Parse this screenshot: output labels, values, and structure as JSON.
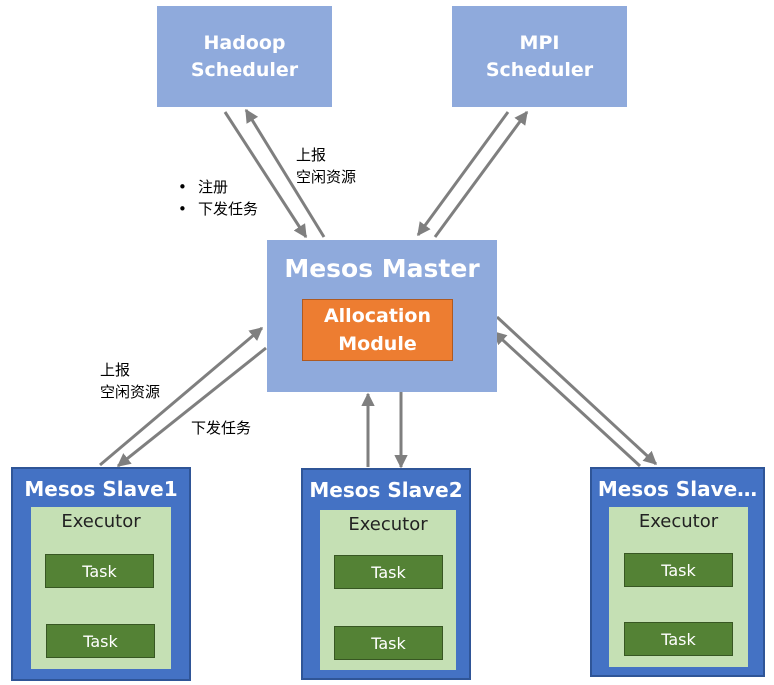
{
  "schedulers": {
    "hadoop": "Hadoop\nScheduler",
    "mpi": "MPI\nScheduler"
  },
  "master": {
    "title": "Mesos Master",
    "allocation": "Allocation\nModule"
  },
  "slaves": [
    {
      "title": "Mesos Slave1",
      "executor": "Executor",
      "tasks": [
        "Task",
        "Task"
      ]
    },
    {
      "title": "Mesos Slave2",
      "executor": "Executor",
      "tasks": [
        "Task",
        "Task"
      ]
    },
    {
      "title": "Mesos Slave…",
      "executor": "Executor",
      "tasks": [
        "Task",
        "Task"
      ]
    }
  ],
  "labels": {
    "report_top": "上报\n空闲资源",
    "register": "注册",
    "dispatch_top": "下发任务",
    "report_left": "上报\n空闲资源",
    "dispatch_left": "下发任务"
  },
  "colors": {
    "scheduler_fill": "#8faadc",
    "allocation_fill": "#ed7d31",
    "slave_fill": "#4472c4",
    "executor_fill": "#c5e0b4",
    "task_fill": "#548235",
    "arrow": "#7f7f7f"
  }
}
